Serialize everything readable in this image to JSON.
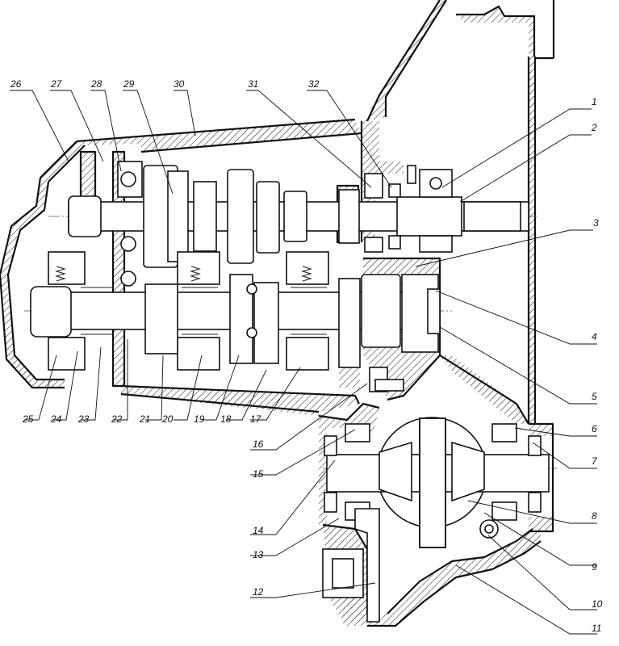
{
  "drawing": {
    "callouts": [
      {
        "id": "c1",
        "text": "1"
      },
      {
        "id": "c2",
        "text": "2"
      },
      {
        "id": "c3",
        "text": "3"
      },
      {
        "id": "c4",
        "text": "4"
      },
      {
        "id": "c5",
        "text": "5"
      },
      {
        "id": "c6",
        "text": "6"
      },
      {
        "id": "c7",
        "text": "7"
      },
      {
        "id": "c8",
        "text": "8"
      },
      {
        "id": "c9",
        "text": "9"
      },
      {
        "id": "c10",
        "text": "10"
      },
      {
        "id": "c11",
        "text": "11"
      },
      {
        "id": "c12",
        "text": "12"
      },
      {
        "id": "c13",
        "text": "13"
      },
      {
        "id": "c14",
        "text": "14"
      },
      {
        "id": "c15",
        "text": "15"
      },
      {
        "id": "c16",
        "text": "16"
      },
      {
        "id": "c17",
        "text": "17"
      },
      {
        "id": "c18",
        "text": "18"
      },
      {
        "id": "c19",
        "text": "19"
      },
      {
        "id": "c20",
        "text": "20"
      },
      {
        "id": "c21",
        "text": "21"
      },
      {
        "id": "c22",
        "text": "22"
      },
      {
        "id": "c23",
        "text": "23"
      },
      {
        "id": "c24",
        "text": "24"
      },
      {
        "id": "c25",
        "text": "25"
      },
      {
        "id": "c26",
        "text": "26"
      },
      {
        "id": "c27",
        "text": "27"
      },
      {
        "id": "c28",
        "text": "28"
      },
      {
        "id": "c29",
        "text": "29"
      },
      {
        "id": "c30",
        "text": "30"
      },
      {
        "id": "c31",
        "text": "31"
      },
      {
        "id": "c32",
        "text": "32"
      }
    ]
  }
}
